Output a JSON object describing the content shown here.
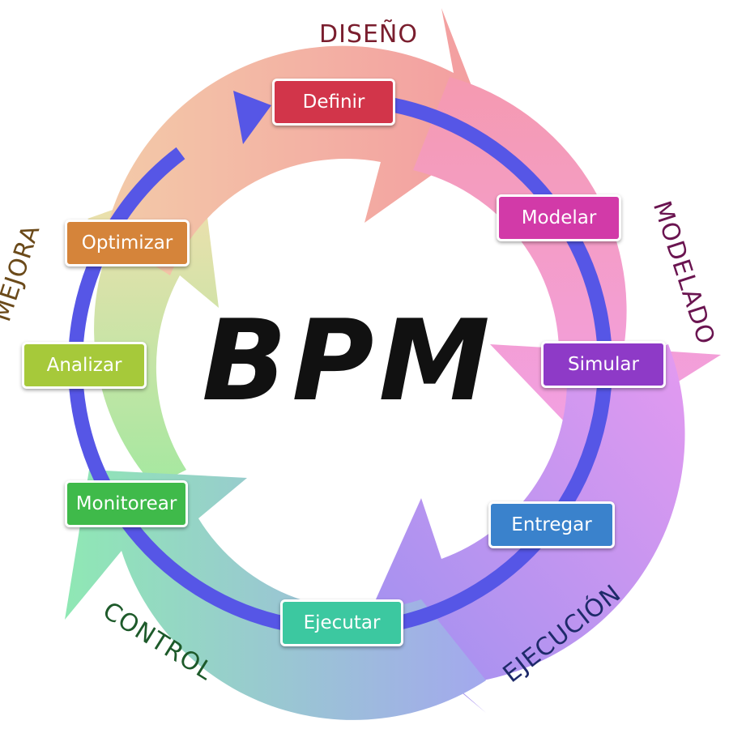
{
  "title": "BPM",
  "phases": [
    {
      "id": "diseno",
      "label": "DISEÑO",
      "color": "#7a1e2e"
    },
    {
      "id": "modelado",
      "label": "MODELADO",
      "color": "#6a1450"
    },
    {
      "id": "ejecucion",
      "label": "EJECUCIÓN",
      "color": "#1e2a6a"
    },
    {
      "id": "control",
      "label": "CONTROL",
      "color": "#1d5a2a"
    },
    {
      "id": "mejora",
      "label": "MEJORA",
      "color": "#6b4a1a"
    }
  ],
  "steps": [
    {
      "label": "Definir",
      "color": "#d2354a"
    },
    {
      "label": "Modelar",
      "color": "#d23aa8"
    },
    {
      "label": "Simular",
      "color": "#8e3ac7"
    },
    {
      "label": "Entregar",
      "color": "#3a82cc"
    },
    {
      "label": "Ejecutar",
      "color": "#3cc8a0"
    },
    {
      "label": "Monitorear",
      "color": "#3fba4a"
    },
    {
      "label": "Analizar",
      "color": "#a6c93a"
    },
    {
      "label": "Optimizar",
      "color": "#d5843a"
    }
  ],
  "ring_colors": {
    "diseno": "#f39ca0",
    "modelado": "#f49ad8",
    "ejecucion": "#a890f0",
    "control": "#8fe8b4",
    "mejora": "#f1dcaa",
    "inner_arrow": "#5656e6"
  }
}
